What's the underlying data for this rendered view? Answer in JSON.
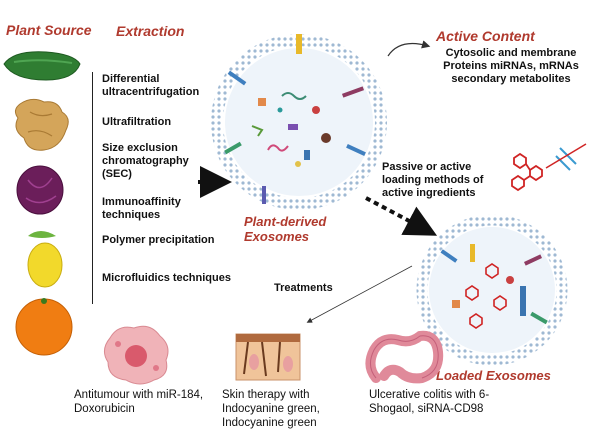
{
  "headers": {
    "plant_source": "Plant Source",
    "extraction": "Extraction",
    "active_content": "Active Content"
  },
  "extraction_methods": [
    "Differential ultracentrifugation",
    "Ultrafiltration",
    "Size exclusion chromatography (SEC)",
    "Immunoaffinity techniques",
    "Polymer precipitation",
    "Microfluidics techniques"
  ],
  "active_content_text": "Cytosolic and membrane Proteins miRNAs, mRNAs secondary metabolites",
  "loading_text": "Passive or active loading methods of active ingredients",
  "plant_exosome_label": "Plant-derived Exosomes",
  "loaded_exosome_label": "Loaded Exosomes",
  "treatments_label": "Treatments",
  "applications": [
    {
      "text": "Antitumour with miR-184, Doxorubicin",
      "icon": "tumor-icon"
    },
    {
      "text": "Skin therapy with Indocyanine green, Indocyanine green",
      "icon": "skin-icon"
    },
    {
      "text": "Ulcerative colitis with 6-Shogaol, siRNA-CD98",
      "icon": "colon-icon"
    }
  ],
  "plants": [
    "cucumber-icon",
    "ginger-icon",
    "red-cabbage-icon",
    "lemon-icon",
    "orange-icon"
  ],
  "colors": {
    "accent_red": "#b03a2e",
    "membrane": "#9fb9d3",
    "vesicle_fill": "#eef4fa"
  }
}
